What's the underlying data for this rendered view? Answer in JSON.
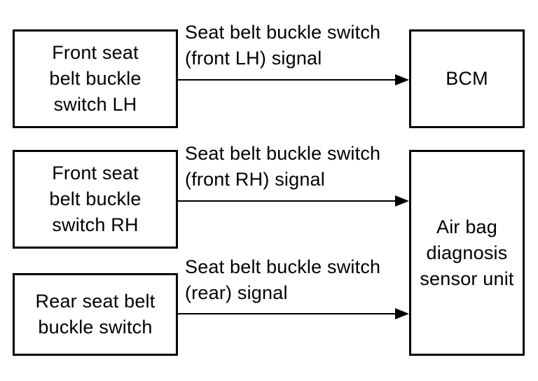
{
  "diagram": {
    "boxes": {
      "front_lh": {
        "label": "Front seat\nbelt buckle\nswitch LH"
      },
      "front_rh": {
        "label": "Front seat\nbelt buckle\nswitch RH"
      },
      "rear": {
        "label": "Rear seat belt\nbuckle switch"
      },
      "bcm": {
        "label": "BCM"
      },
      "airbag": {
        "label": "Air bag\ndiagnosis\nsensor unit"
      }
    },
    "signals": [
      {
        "label": "Seat belt buckle switch\n(front LH) signal",
        "from": "Front seat belt buckle switch LH",
        "to": "BCM"
      },
      {
        "label": "Seat belt buckle switch\n(front RH) signal",
        "from": "Front seat belt buckle switch RH",
        "to": "Air bag diagnosis sensor unit"
      },
      {
        "label": "Seat belt buckle switch\n(rear) signal",
        "from": "Rear seat belt buckle switch",
        "to": "Air bag diagnosis sensor unit"
      }
    ],
    "colors": {
      "background": "#ffffff",
      "line": "#000000",
      "text": "#000000"
    }
  }
}
